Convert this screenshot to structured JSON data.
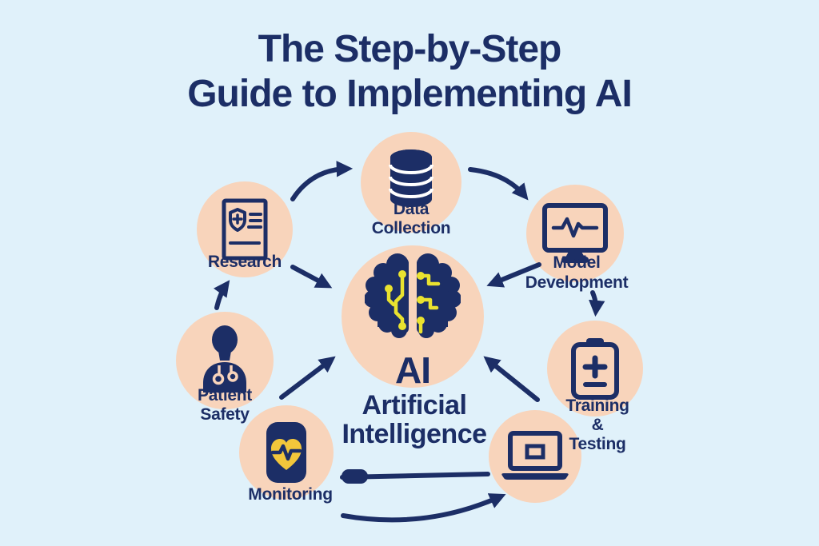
{
  "title": {
    "lines": [
      "The Step-by-Step",
      "Guide to Implementing AI"
    ]
  },
  "center_node": {
    "icon": "brain-circuit-icon",
    "abbr": "AI",
    "name_lines": [
      "Artificial",
      "Intelligence"
    ]
  },
  "nodes": [
    {
      "id": "research",
      "icon": "document-shield-icon",
      "label_lines": [
        "Research"
      ]
    },
    {
      "id": "data-collection",
      "icon": "database-icon",
      "label_lines": [
        "Data",
        "Collection"
      ]
    },
    {
      "id": "model-development",
      "icon": "monitor-pulse-icon",
      "label_lines": [
        "Model",
        "Development"
      ]
    },
    {
      "id": "training-testing",
      "icon": "clipboard-plus-icon",
      "label_lines": [
        "Training",
        "&",
        "Testing"
      ]
    },
    {
      "id": "deployment",
      "icon": "laptop-icon",
      "label_lines": []
    },
    {
      "id": "monitoring",
      "icon": "phone-heart-icon",
      "label_lines": [
        "Monitoring"
      ]
    },
    {
      "id": "patient-safety",
      "icon": "doctor-icon",
      "label_lines": [
        "Patient",
        "Safety"
      ]
    }
  ],
  "connections": [
    {
      "from": "research",
      "to": "data-collection"
    },
    {
      "from": "data-collection",
      "to": "model-development"
    },
    {
      "from": "model-development",
      "to": "training-testing"
    },
    {
      "from": "patient-safety",
      "to": "research"
    },
    {
      "from": "monitoring",
      "to": "deployment"
    },
    {
      "from": "research",
      "to": "ai-center"
    },
    {
      "from": "model-development",
      "to": "ai-center"
    },
    {
      "from": "deployment",
      "to": "ai-center"
    },
    {
      "from": "monitoring",
      "to": "ai-center"
    }
  ],
  "colors": {
    "background": "#e0f1fa",
    "node_fill": "#f8d4bb",
    "navy": "#1c2e66",
    "accent_yellow": "#f2c63b",
    "circuit_yellow": "#e9e22f"
  }
}
